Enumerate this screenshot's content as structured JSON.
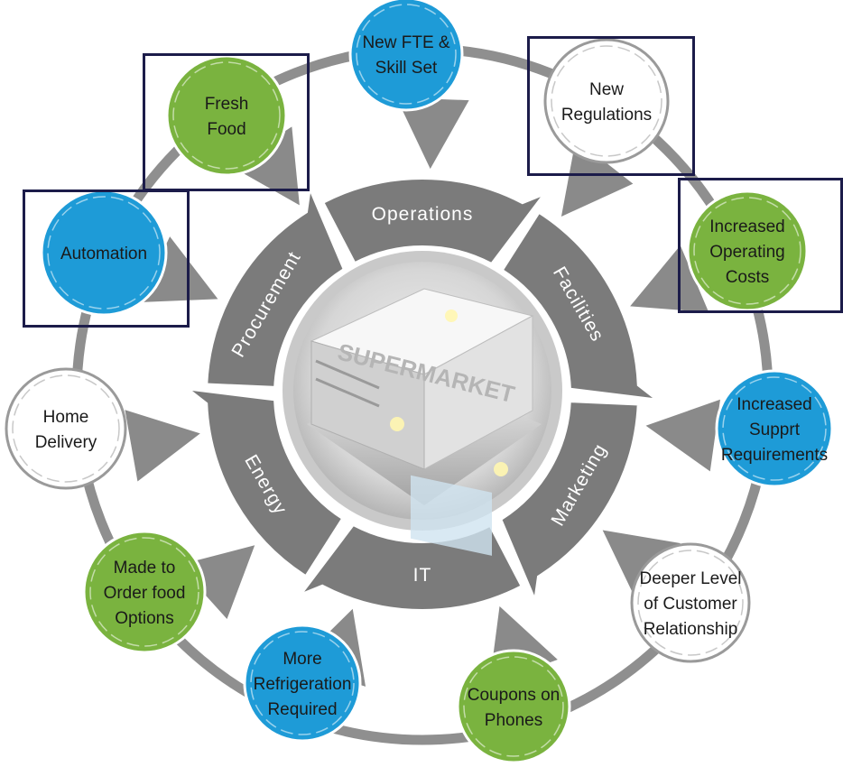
{
  "center": {
    "image_label": "SUPERMARKET"
  },
  "segments": [
    {
      "label": "Operations"
    },
    {
      "label": "Facilities"
    },
    {
      "label": "Marketing"
    },
    {
      "label": "IT"
    },
    {
      "label": "Energy"
    },
    {
      "label": "Procurement"
    }
  ],
  "nodes": [
    {
      "lines": [
        "New FTE &",
        "Skill Set"
      ],
      "color": "blue",
      "highlighted": false
    },
    {
      "lines": [
        "New",
        "Regulations"
      ],
      "color": "white",
      "highlighted": true
    },
    {
      "lines": [
        "Increased",
        "Operating",
        "Costs"
      ],
      "color": "green",
      "highlighted": true
    },
    {
      "lines": [
        "Increased",
        "Supprt",
        "Requirements"
      ],
      "color": "blue",
      "highlighted": false
    },
    {
      "lines": [
        "Deeper Level",
        "of Customer",
        "Relationship"
      ],
      "color": "white",
      "highlighted": false
    },
    {
      "lines": [
        "Coupons on",
        "Phones"
      ],
      "color": "green",
      "highlighted": false
    },
    {
      "lines": [
        "More",
        "Refrigeration",
        "Required"
      ],
      "color": "blue",
      "highlighted": false
    },
    {
      "lines": [
        "Made to",
        "Order food",
        "Options"
      ],
      "color": "green",
      "highlighted": false
    },
    {
      "lines": [
        "Home",
        "Delivery"
      ],
      "color": "white",
      "highlighted": false
    },
    {
      "lines": [
        "Automation"
      ],
      "color": "blue",
      "highlighted": true
    },
    {
      "lines": [
        "Fresh",
        "Food"
      ],
      "color": "green",
      "highlighted": true
    }
  ],
  "colors": {
    "blue": "#1e9bd7",
    "green": "#7ab33f",
    "white": "#ffffff",
    "ring": "#8f8f8f",
    "segment": "#7b7b7b",
    "highlight_box": "#1c1c4a"
  }
}
